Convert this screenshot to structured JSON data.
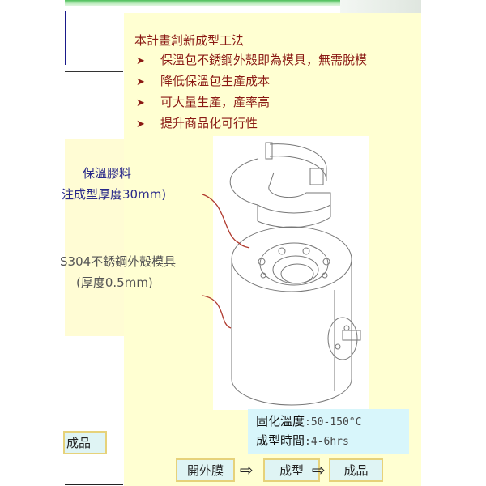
{
  "title": "本計畫創新成型工法",
  "bullets": [
    "保溫包不銹鋼外殼即為模具，無需脫模",
    "降低保溫包生產成本",
    "可大量生產，產率高",
    "提升商品化可行性"
  ],
  "bullet_marker": "➤",
  "labels": {
    "insulation_name": "保溫膠料",
    "insulation_detail": "注成型厚度30mm)",
    "shell_name": "S304不銹鋼外殼模具",
    "shell_detail": "(厚度0.5mm)"
  },
  "info": {
    "temp_label": "固化溫度",
    "temp_value": ":50-150°C",
    "time_label": "成型時間",
    "time_value": ":4-6hrs"
  },
  "flow": {
    "step1": "開外膜",
    "step2": "成型",
    "step3": "成品",
    "arrow": "⇨"
  },
  "left_panel": {
    "button": "成品"
  },
  "colors": {
    "panel": "#ffffd2",
    "bullet_text": "#8b1a14",
    "label_blue": "#2a2a8a",
    "info_bg": "#d8f6fb"
  }
}
